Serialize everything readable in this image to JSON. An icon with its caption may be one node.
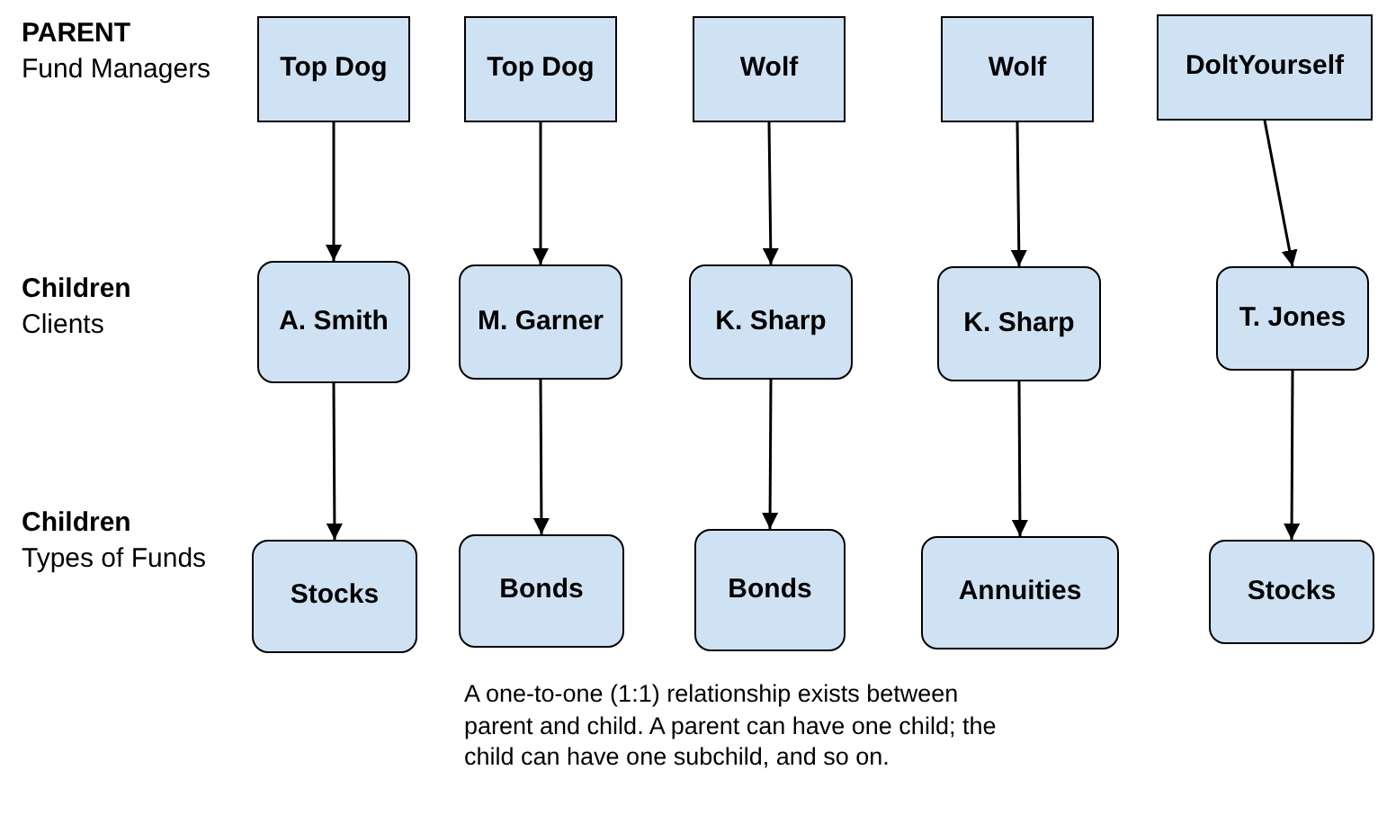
{
  "diagram": {
    "caption": "A one-to-one (1:1) relationship exists between parent and child. A parent can have one child; the child can have one subchild, and so on.",
    "nodes": [
      {
        "text": [
          "Top Dog"
        ]
      },
      {
        "text": [
          "Top Dog"
        ]
      },
      {
        "text": [
          "Wolf"
        ]
      },
      {
        "text": [
          "Wolf"
        ]
      },
      {
        "text": [
          "DoltYourself"
        ]
      },
      {
        "text": [
          "A. Smith"
        ]
      },
      {
        "text": [
          "M. Garner"
        ]
      },
      {
        "text": [
          "K. Sharp"
        ]
      },
      {
        "text": [
          "K. Sharp"
        ]
      },
      {
        "text": [
          "T. Jones"
        ]
      },
      {
        "text": [
          "Stocks"
        ]
      },
      {
        "text": [
          "Bonds"
        ]
      },
      {
        "text": [
          "Bonds"
        ]
      },
      {
        "text": [
          "Annuities"
        ]
      },
      {
        "text": [
          "Stocks"
        ]
      }
    ],
    "edges": [
      {
        "from": 0,
        "to": 5,
        "arrow": "to"
      },
      {
        "from": 1,
        "to": 6,
        "arrow": "to"
      },
      {
        "from": 2,
        "to": 7,
        "arrow": "to"
      },
      {
        "from": 3,
        "to": 8,
        "arrow": "to"
      },
      {
        "from": 4,
        "to": 9,
        "arrow": "to"
      },
      {
        "from": 5,
        "to": 10,
        "arrow": "to"
      },
      {
        "from": 6,
        "to": 11,
        "arrow": "to"
      },
      {
        "from": 7,
        "to": 12,
        "arrow": "to"
      },
      {
        "from": 8,
        "to": 13,
        "arrow": "to"
      },
      {
        "from": 9,
        "to": 14,
        "arrow": "to"
      }
    ],
    "labels": [
      "PARENT",
      "Fund Managers",
      "Children",
      "Clients",
      "Children",
      "Types of Funds"
    ]
  }
}
